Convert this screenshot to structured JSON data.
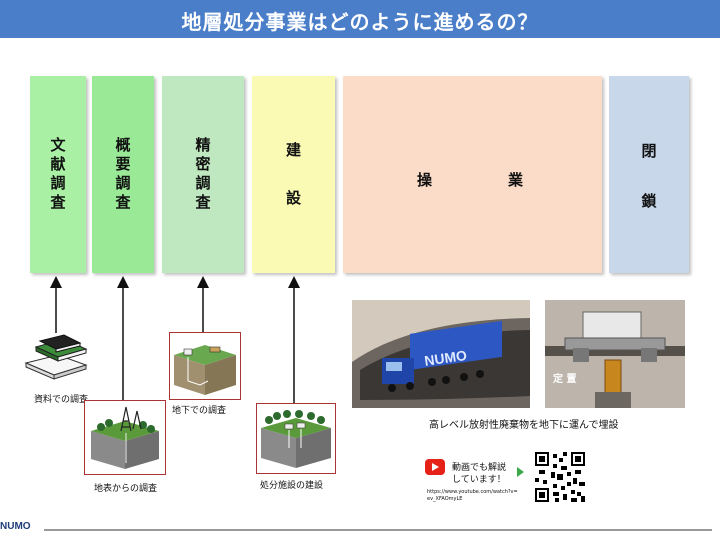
{
  "title": "地層処分事業はどのように進めるの？",
  "stages": [
    {
      "id": "bunken",
      "label": "文献調査",
      "color": "#a9f0a5"
    },
    {
      "id": "gaiyou",
      "label": "概要調査",
      "color": "#99e997"
    },
    {
      "id": "seimitsu",
      "label": "精密調査",
      "color": "#c0e8c0"
    },
    {
      "id": "kensetsu",
      "label": "建設",
      "color": "#fafab5"
    },
    {
      "id": "sougyou",
      "label_left": "操",
      "label_right": "業",
      "color": "#fbdcc8"
    },
    {
      "id": "heisa",
      "label": "閉鎖",
      "color": "#c8d7ea"
    }
  ],
  "captions": {
    "bunken": "資料での調査",
    "gaiyou": "地表からの調査",
    "seimitsu": "地下での調査",
    "kensetsu": "処分施設の建設",
    "sougyou": "高レベル放射性廃棄物を地下に運んで埋設"
  },
  "truck_text": "NUMO",
  "teichi_label": "定 置",
  "video": {
    "text_line1": "動画でも解説",
    "text_line2": "しています！",
    "url_line1": "https://www.youtube.com/watch?v=",
    "url_line2": "ev_XFAOmyLE"
  },
  "logo": "NUMO",
  "colors": {
    "title_bar": "#4a7ec8",
    "arrow": "#111111",
    "photo_border": "#aa3333"
  }
}
